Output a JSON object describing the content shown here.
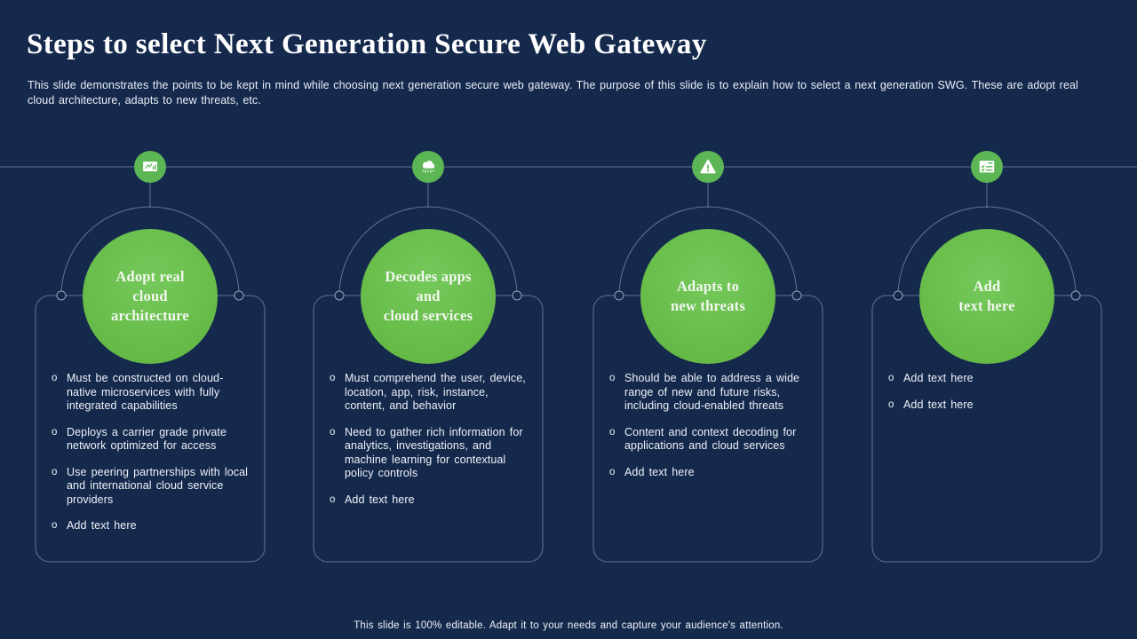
{
  "slide": {
    "title": "Steps to select Next Generation Secure Web Gateway",
    "subtitle": "This slide demonstrates the points to be kept in mind while choosing next generation secure web gateway. The purpose of this slide is to explain how to select a next generation SWG. These are adopt real cloud architecture, adapts to new threats, etc.",
    "footer": "This slide is 100% editable. Adapt it to your needs and capture your audience's attention."
  },
  "colors": {
    "background": "#15294d",
    "accent_green": "#65ba46",
    "icon_badge_green": "#5cb654",
    "connector_line": "#a9bdd4",
    "text": "#ffffff"
  },
  "steps": [
    {
      "icon": "presentation-chart-icon",
      "circle_label": "Adopt real\ncloud\narchitecture",
      "bullets": [
        "Must be constructed on cloud-native microservices with fully integrated capabilities",
        "Deploys a carrier grade private network optimized for access",
        "Use peering partnerships with local and international cloud service providers",
        "Add text here"
      ]
    },
    {
      "icon": "cloud-network-icon",
      "circle_label": "Decodes apps\nand\ncloud services",
      "bullets": [
        "Must comprehend the user, device, location, app, risk, instance, content, and behavior",
        "Need to gather rich information for analytics, investigations, and machine learning for contextual policy controls",
        "Add text here"
      ]
    },
    {
      "icon": "warning-triangle-icon",
      "circle_label": "Adapts to\nnew threats",
      "bullets": [
        "Should be able to address a wide range of new and future risks, including cloud-enabled threats",
        "Content and context decoding for applications and cloud services",
        "Add text here"
      ]
    },
    {
      "icon": "checklist-icon",
      "circle_label": "Add\ntext here",
      "bullets": [
        "Add text here",
        "Add text here"
      ]
    }
  ]
}
